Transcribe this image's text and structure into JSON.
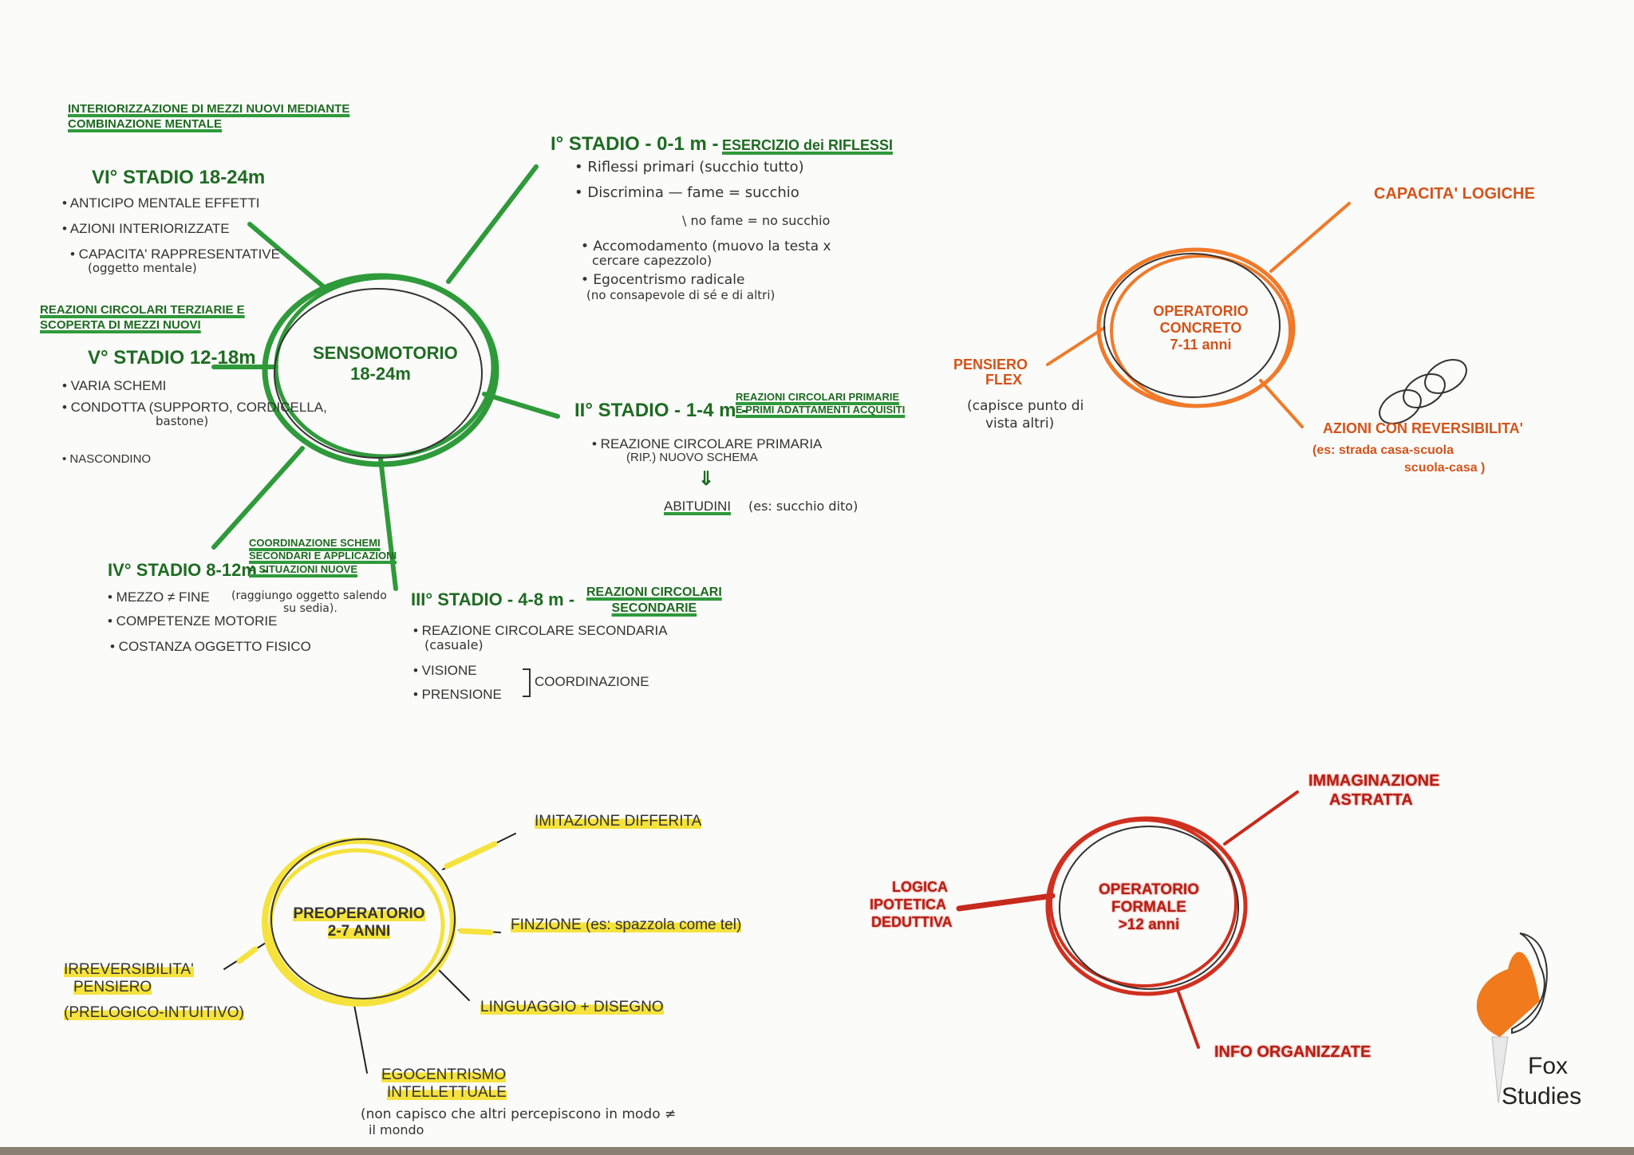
{
  "sensorimotor": {
    "center": [
      "SENSOMOTORIO",
      "18-24m"
    ],
    "stage6": {
      "highlight": [
        "INTERIORIZZAZIONE DI MEZZI NUOVI MEDIANTE",
        "COMBINAZIONE MENTALE"
      ],
      "title": "VI° STADIO 18-24m",
      "items": [
        "• ANTICIPO MENTALE EFFETTI",
        "• AZIONI INTERIORIZZATE",
        "• CAPACITA' RAPPRESENTATIVE",
        "(oggetto mentale)"
      ]
    },
    "stage5": {
      "highlight": [
        "REAZIONI CIRCOLARI TERZIARIE E",
        "SCOPERTA DI MEZZI NUOVI"
      ],
      "title": "V° STADIO 12-18m",
      "items": [
        "• VARIA SCHEMI",
        "• CONDOTTA (supporto, cordicella,",
        "bastone)",
        "• NASCONDINO"
      ]
    },
    "stage1": {
      "title": "I° STADIO - 0-1 m -",
      "highlight": "ESERCIZIO dei RIFLESSI",
      "items": [
        "• Riflessi primari (succhio tutto)",
        "• Discrimina — fame = succhio",
        "\\ no fame = no succhio",
        "• Accomodamento (muovo la testa x",
        "cercare capezzolo)",
        "• Egocentrismo radicale",
        "(no consapevole di sé e di altri)"
      ]
    },
    "stage2": {
      "title": "II° STADIO - 1-4 m -",
      "highlight": [
        "REAZIONI CIRCOLARI PRIMARIE",
        "E PRIMI ADATTAMENTI ACQUISITI"
      ],
      "items": [
        "• REAZIONE CIRCOLARE PRIMARIA",
        "(rip.) NUOVO SCHEMA"
      ],
      "arrow": "⇓",
      "result": "ABITUDINI",
      "result_note": "(es: succhio dito)"
    },
    "stage3": {
      "title": "III° STADIO - 4-8 m -",
      "highlight": [
        "REAZIONI CIRCOLARI",
        "SECONDARIE"
      ],
      "items": [
        "• REAZIONE CIRCOLARE SECONDARIA",
        "(casuale)",
        "• VISIONE",
        "• PRENSIONE"
      ],
      "bracket_label": "COORDINAZIONE"
    },
    "stage4": {
      "title": "IV° STADIO 8-12m -",
      "highlight": [
        "COORDINAZIONE SCHEMI",
        "SECONDARI E APPLICAZIONI",
        "A SITUAZIONI NUOVE"
      ],
      "items": [
        "• MEZZO ≠ FINE",
        "(raggiungo oggetto salendo",
        "su sedia).",
        "• COMPETENZE MOTORIE",
        "• COSTANZA OGGETTO FISICO"
      ]
    }
  },
  "concrete": {
    "center": [
      "OPERATORIO",
      "CONCRETO",
      "7-11 anni"
    ],
    "branches": [
      "CAPACITA' LOGICHE",
      "PENSIERO",
      "FLEX",
      "(capisce punto di",
      "vista altri)",
      "AZIONI CON REVERSIBILITA'",
      "(es: strada casa-scuola",
      "scuola-casa )"
    ]
  },
  "preoperational": {
    "center": [
      "PREOPERATORIO",
      "2-7 anni"
    ],
    "branches": [
      "IMITAZIONE DIFFERITA",
      "FINZIONE (es: spazzola come tel)",
      "LINGUAGGIO + DISEGNO",
      "EGOCENTRISMO",
      "INTELLETTUALE",
      "(non capisco che altri percepiscono in modo ≠",
      "il mondo",
      "IRREVERSIBILITA'",
      "PENSIERO",
      "(PRELOGICO-INTUITIVO)"
    ]
  },
  "formal": {
    "center": [
      "OPERATORIO",
      "FORMALE",
      ">12 anni"
    ],
    "branches": [
      "IMMAGINAZIONE",
      "ASTRATTA",
      "LOGICA",
      "IPOTETICA",
      "DEDUTTIVA",
      "INFO ORGANIZZATE"
    ]
  },
  "logo": {
    "line1": "Fox",
    "line2": "Studies"
  },
  "colors": {
    "green": "#2f9a3a",
    "orange": "#f07a2a",
    "yellow": "#f5e23c",
    "red": "#d0301f"
  }
}
